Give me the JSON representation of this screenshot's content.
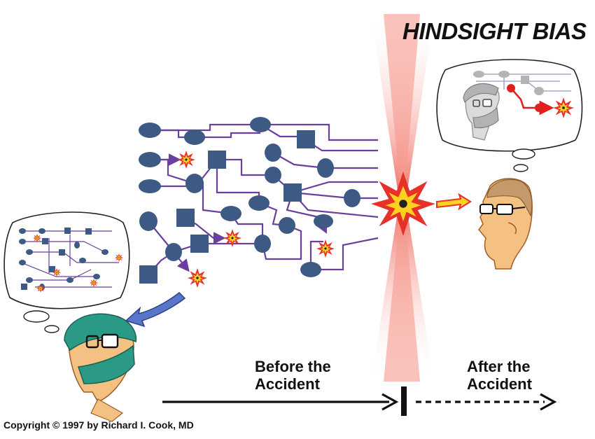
{
  "title": "HINDSIGHT BIAS",
  "before_label": [
    "Before the",
    "Accident"
  ],
  "after_label": [
    "After the",
    "Accident"
  ],
  "copyright": "Copyright © 1997 by Richard I. Cook, MD",
  "colors": {
    "node": "#3d5a85",
    "path": "#6a3fa0",
    "burst_outer": "#e8302a",
    "burst_inner": "#ffd21f",
    "blast_ray": "#f07a6e",
    "hindsight_path": "#e02020",
    "faded": "#a8a8b8",
    "surgeon_cap": "#2a9a86",
    "skin": "#f4c182",
    "timeline": "#111111"
  },
  "icons": [
    "explosion-icon",
    "arrow-icon",
    "surgeon-icon",
    "observer-head-icon",
    "thought-bubble-icon"
  ]
}
